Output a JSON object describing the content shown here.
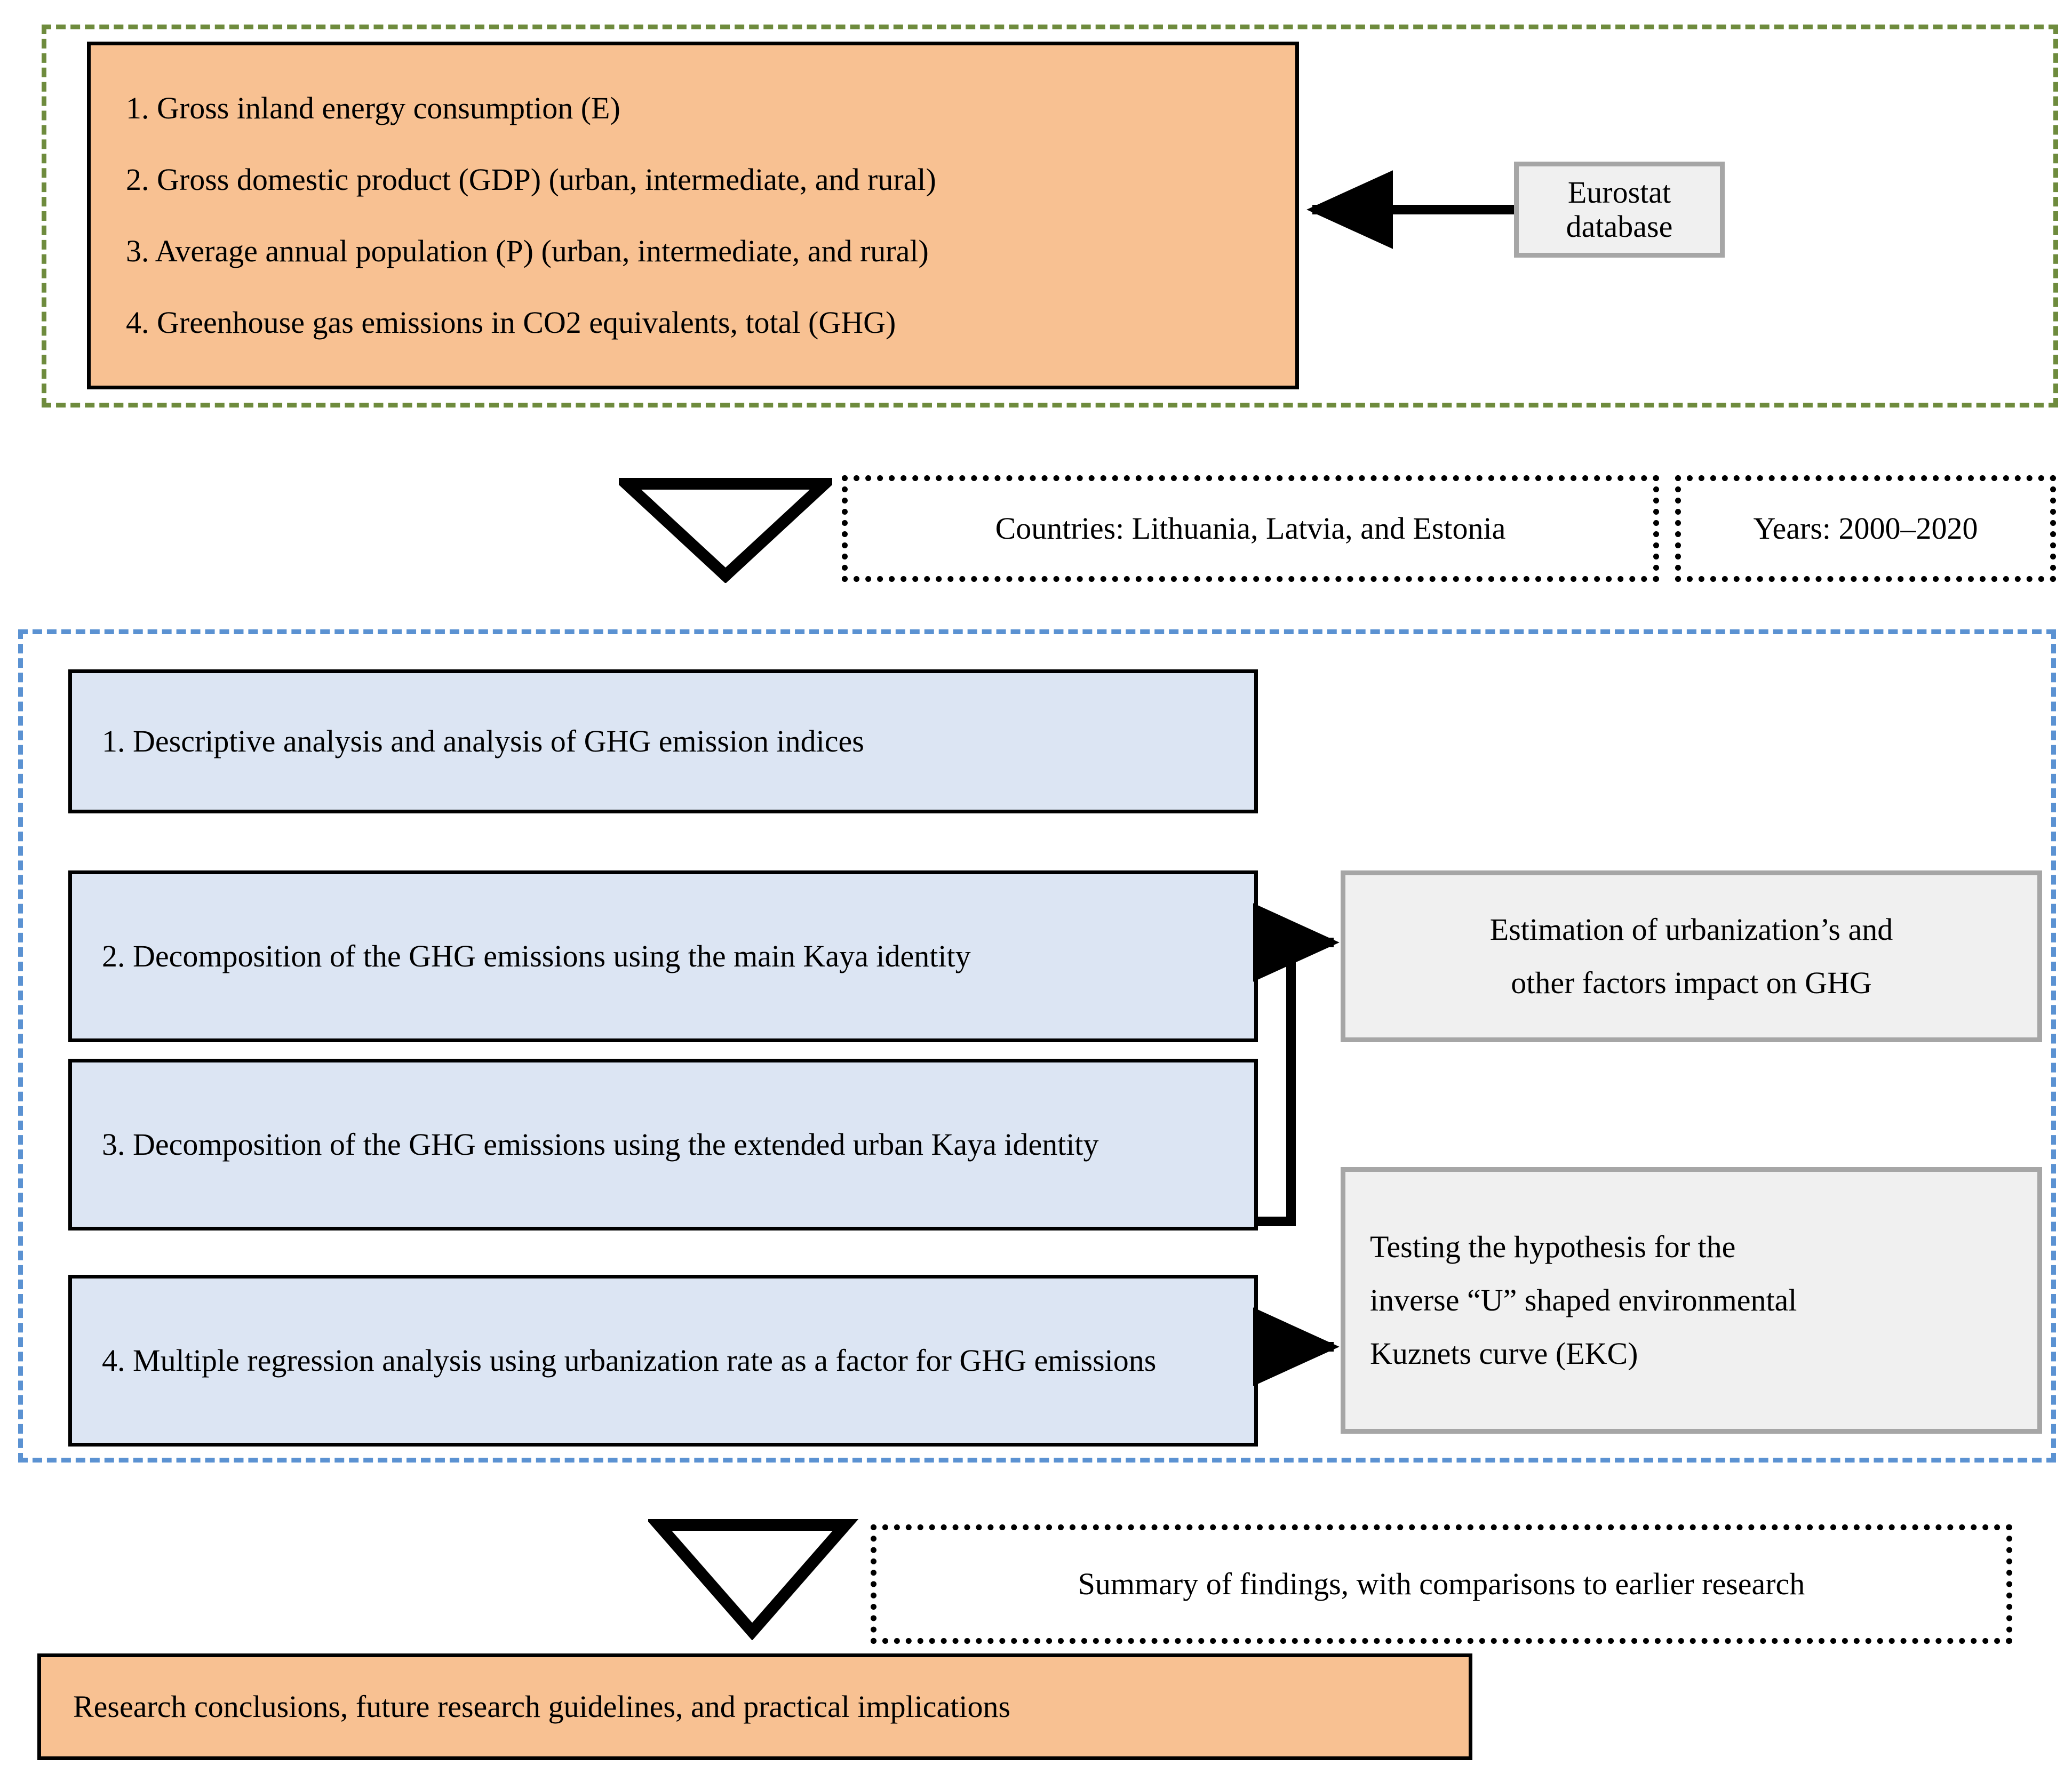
{
  "diagram": {
    "title": "Research framework flowchart",
    "colors": {
      "data_box_fill": "#F8C192",
      "method_box_fill": "#DCE5F3",
      "result_box_fill": "#F0F0F0",
      "result_box_border": "#A6A6A6",
      "data_stage_border": "#6E8B3D",
      "analysis_stage_border": "#5B92D2",
      "box_border": "#000000",
      "arrow": "#000000"
    }
  },
  "data_stage": {
    "items": [
      "1. Gross inland energy consumption (E)",
      "2. Gross domestic product (GDP) (urban, intermediate, and rural)",
      "3. Average annual population (P) (urban, intermediate, and rural)",
      "4. Greenhouse gas emissions in CO2 equivalents, total (GHG)"
    ],
    "source_box": "Eurostat database"
  },
  "scope": {
    "countries": "Countries: Lithuania, Latvia, and Estonia",
    "years": "Years: 2000–2020"
  },
  "analysis_stage": {
    "steps": [
      "1. Descriptive analysis and analysis of GHG emission indices",
      "2. Decomposition of the GHG emissions using the main Kaya identity",
      "3. Decomposition of the GHG emissions using the extended urban Kaya identity",
      "4. Multiple regression analysis using urbanization rate as a factor for GHG emissions"
    ],
    "outcomes": [
      {
        "lines": [
          "Estimation of urbanization’s and",
          "other factors impact on GHG"
        ]
      },
      {
        "lines": [
          "Testing the hypothesis for the",
          "inverse “U” shaped environmental",
          "Kuznets curve (EKC)"
        ]
      }
    ]
  },
  "summary_stage": {
    "summary": "Summary of findings, with comparisons to earlier research",
    "conclusions": "Research conclusions, future research guidelines, and practical implications"
  }
}
